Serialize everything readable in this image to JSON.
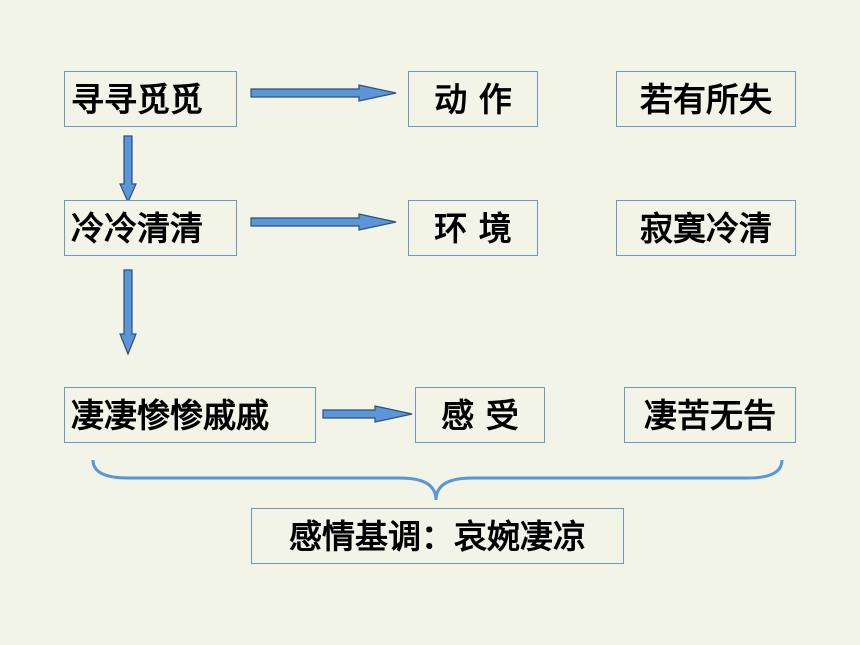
{
  "rows": [
    {
      "term": "寻寻觅觅",
      "aspect": "动 作",
      "meaning": "若有所失"
    },
    {
      "term": "冷冷清清",
      "aspect": "环 境",
      "meaning": "寂寞冷清"
    },
    {
      "term": "凄凄惨惨戚戚",
      "aspect": "感 受",
      "meaning": "凄苦无告"
    }
  ],
  "summary": {
    "label": "感情基调：哀婉凄凉"
  },
  "colors": {
    "arrow_fill": "#5b96d8",
    "border": "#6f98bf",
    "background": "#f1f4e6"
  }
}
